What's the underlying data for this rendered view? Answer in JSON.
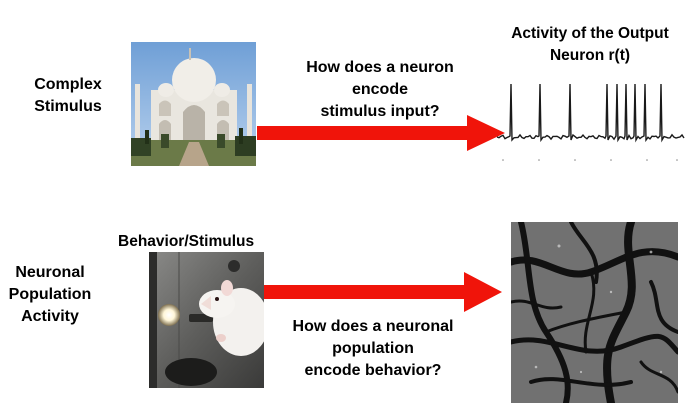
{
  "labels": {
    "complex_stimulus": [
      "Complex",
      "Stimulus"
    ],
    "neuronal_population_activity": [
      "Neuronal",
      "Population",
      "Activity"
    ],
    "question_top": [
      "How does a neuron",
      "encode",
      "stimulus input?"
    ],
    "question_bottom": [
      "How does a neuronal",
      "population",
      "encode behavior?"
    ],
    "activity_title": [
      "Activity of the Output",
      "Neuron r(t)"
    ],
    "behavior_title": "Behavior/Stimulus"
  },
  "colors": {
    "arrow": "#f0140a",
    "background": "#ffffff",
    "text": "#000000"
  },
  "icons": {
    "taj_photo": "taj-mahal-photo",
    "rat_photo": "rat-behavior-photo",
    "spike_trace": "spike-train-trace",
    "vessel_image": "two-photon-vasculature-image"
  }
}
